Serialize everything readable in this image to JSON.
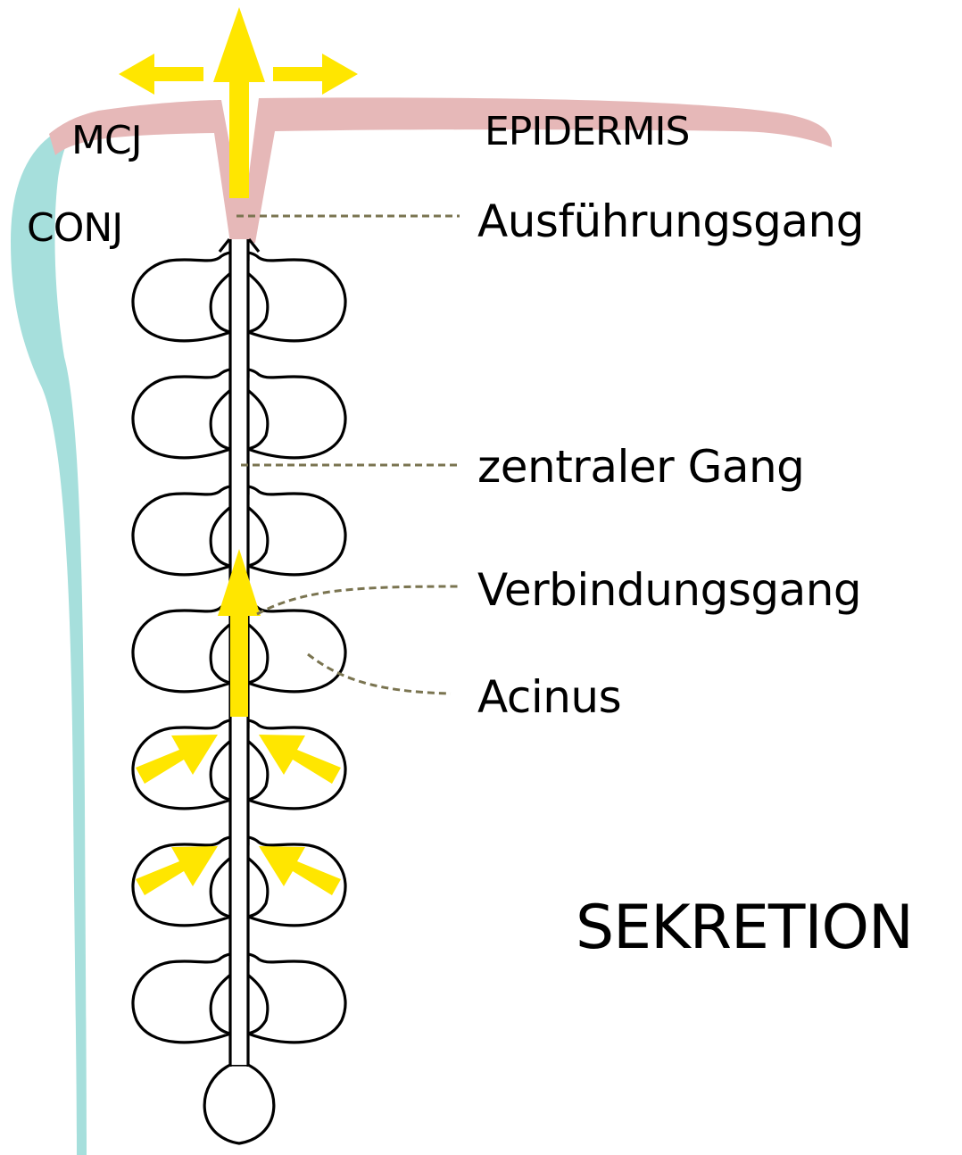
{
  "labels": {
    "epidermis": "EPIDERMIS",
    "mcj": "MCJ",
    "conj": "CONJ",
    "ausfuehrungsgang": "Ausführungsgang",
    "zentraler_gang": "zentraler Gang",
    "verbindungsgang": "Verbindungsgang",
    "acinus": "Acinus",
    "sekretion": "SEKRETION"
  },
  "colors": {
    "epidermis": "#e6b8b8",
    "conjunctiva": "#a6dfdc",
    "secretion_arrows": "#ffe600",
    "leader_lines": "#7a7450",
    "outline": "#000000"
  },
  "gland": {
    "acinus_pairs": 7,
    "terminal_acinus": true
  }
}
